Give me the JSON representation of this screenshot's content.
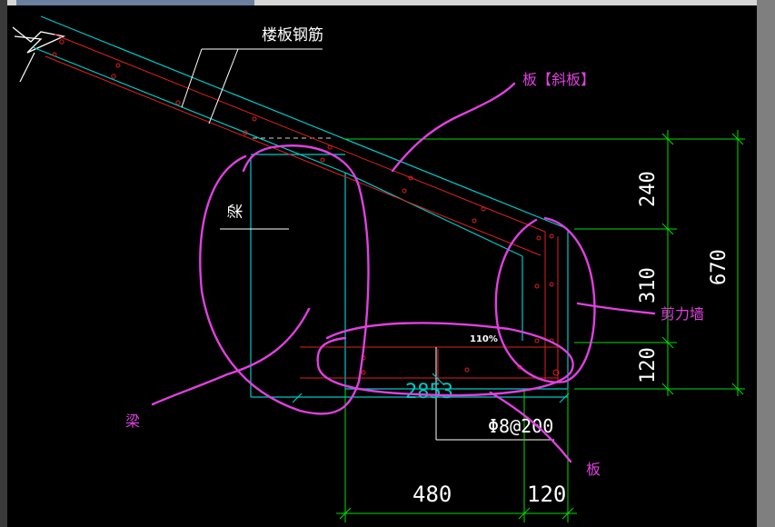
{
  "drawing": {
    "rebar_label": "楼板钢筋",
    "beam_label_cad": "梁",
    "pct_label": "110%",
    "span_label": "2853",
    "rebar_spec": "Φ8@200"
  },
  "dimensions": {
    "right_stack": [
      "240",
      "310",
      "120"
    ],
    "right_total": "670",
    "bottom": [
      "480",
      "120"
    ]
  },
  "annotations": {
    "slope_slab": "板【斜板】",
    "shear_wall": "剪力墙",
    "beam": "梁",
    "slab": "板"
  },
  "colors": {
    "background": "#000000",
    "outline": "#00c8c8",
    "rebar": "#e02020",
    "dimension": "#00e000",
    "annotation": "#e040e0",
    "text": "#ffffff"
  }
}
